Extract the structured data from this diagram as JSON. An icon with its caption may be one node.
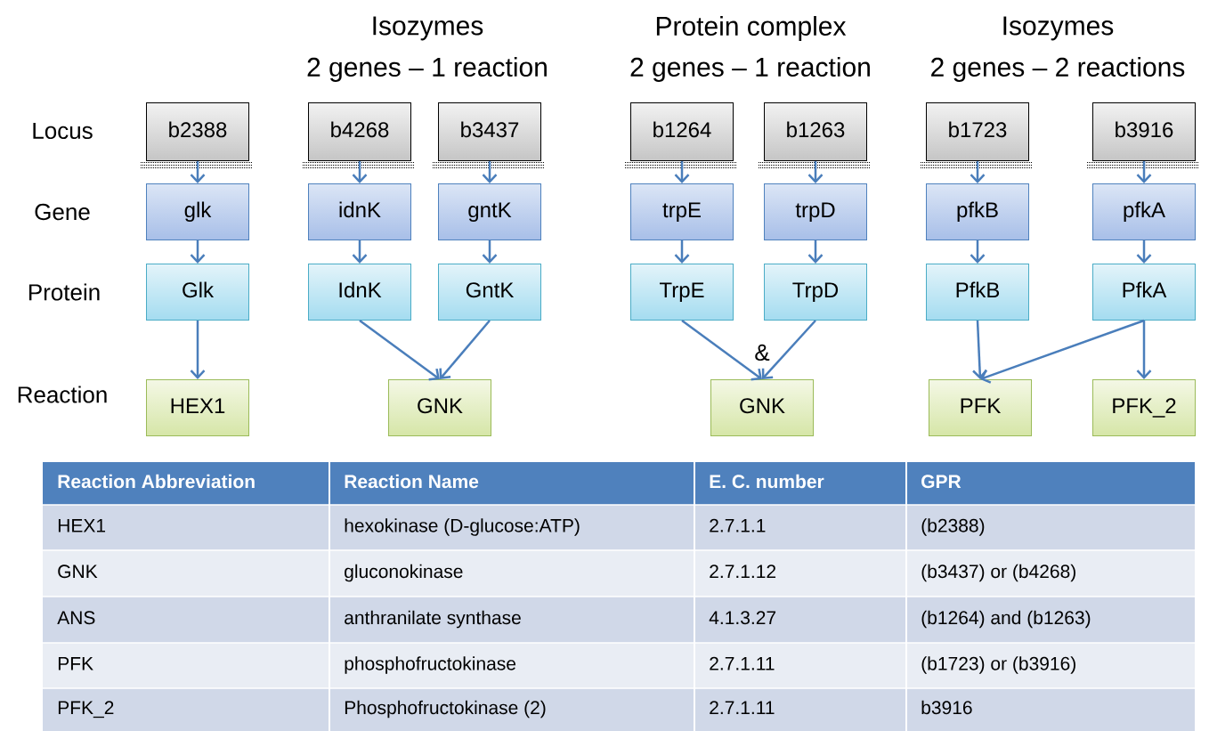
{
  "diagram": {
    "nodes": [
      {
        "text": [
          "b2388"
        ]
      },
      {
        "text": [
          "b4268"
        ]
      },
      {
        "text": [
          "b3437"
        ]
      },
      {
        "text": [
          "b1264"
        ]
      },
      {
        "text": [
          "b1263"
        ]
      },
      {
        "text": [
          "b1723"
        ]
      },
      {
        "text": [
          "b3916"
        ]
      },
      {
        "text": [
          "glk"
        ]
      },
      {
        "text": [
          "idnK"
        ]
      },
      {
        "text": [
          "gntK"
        ]
      },
      {
        "text": [
          "trpE"
        ]
      },
      {
        "text": [
          "trpD"
        ]
      },
      {
        "text": [
          "pfkB"
        ]
      },
      {
        "text": [
          "pfkA"
        ]
      },
      {
        "text": [
          "Glk"
        ]
      },
      {
        "text": [
          "IdnK"
        ]
      },
      {
        "text": [
          "GntK"
        ]
      },
      {
        "text": [
          "TrpE"
        ]
      },
      {
        "text": [
          "TrpD"
        ]
      },
      {
        "text": [
          "PfkB"
        ]
      },
      {
        "text": [
          "PfkA"
        ]
      },
      {
        "text": [
          "HEX1"
        ]
      },
      {
        "text": [
          "GNK"
        ]
      },
      {
        "text": [
          "GNK"
        ]
      },
      {
        "text": [
          "PFK"
        ]
      },
      {
        "text": [
          "PFK_2"
        ]
      }
    ],
    "edges": [
      {
        "from": 0,
        "to": 7,
        "arrow": "to"
      },
      {
        "from": 1,
        "to": 8,
        "arrow": "to"
      },
      {
        "from": 2,
        "to": 9,
        "arrow": "to"
      },
      {
        "from": 3,
        "to": 10,
        "arrow": "to"
      },
      {
        "from": 4,
        "to": 11,
        "arrow": "to"
      },
      {
        "from": 5,
        "to": 12,
        "arrow": "to"
      },
      {
        "from": 6,
        "to": 13,
        "arrow": "to"
      },
      {
        "from": 7,
        "to": 14,
        "arrow": "to"
      },
      {
        "from": 8,
        "to": 15,
        "arrow": "to"
      },
      {
        "from": 9,
        "to": 16,
        "arrow": "to"
      },
      {
        "from": 10,
        "to": 17,
        "arrow": "to"
      },
      {
        "from": 11,
        "to": 18,
        "arrow": "to"
      },
      {
        "from": 12,
        "to": 19,
        "arrow": "to"
      },
      {
        "from": 13,
        "to": 20,
        "arrow": "to"
      },
      {
        "from": 14,
        "to": 21,
        "arrow": "to"
      },
      {
        "from": 15,
        "to": 22,
        "arrow": "to"
      },
      {
        "from": 16,
        "to": 22,
        "arrow": "to"
      },
      {
        "from": 17,
        "to": 23,
        "arrow": "to"
      },
      {
        "from": 18,
        "to": 23,
        "arrow": "to"
      },
      {
        "from": 19,
        "to": 24,
        "arrow": "to"
      },
      {
        "from": 20,
        "to": 24,
        "arrow": "to"
      },
      {
        "from": 20,
        "to": 25,
        "arrow": "to"
      }
    ],
    "labels": [
      "Isozymes",
      "Protein complex",
      "Isozymes",
      "2 genes – 1 reaction",
      "2 genes – 1 reaction",
      "2 genes – 2 reactions",
      "Locus",
      "Gene",
      "Protein",
      "&",
      "Reaction",
      "Reaction Abbreviation",
      "Reaction Name",
      "E. C. number",
      "GPR",
      "HEX1",
      "hexokinase (D-glucose:ATP)",
      "2.7.1.1",
      "(b2388)",
      "GNK",
      "gluconokinase",
      "2.7.1.12",
      "(b3437) or (b4268)",
      "ANS",
      "anthranilate synthase",
      "4.1.3.27",
      "(b1264) and (b1263)",
      "PFK",
      "phosphofructokinase",
      "2.7.1.11",
      "(b1723) or (b3916)",
      "PFK_2",
      "Phosphofructokinase (2)",
      "2.7.1.11",
      "b3916"
    ]
  }
}
